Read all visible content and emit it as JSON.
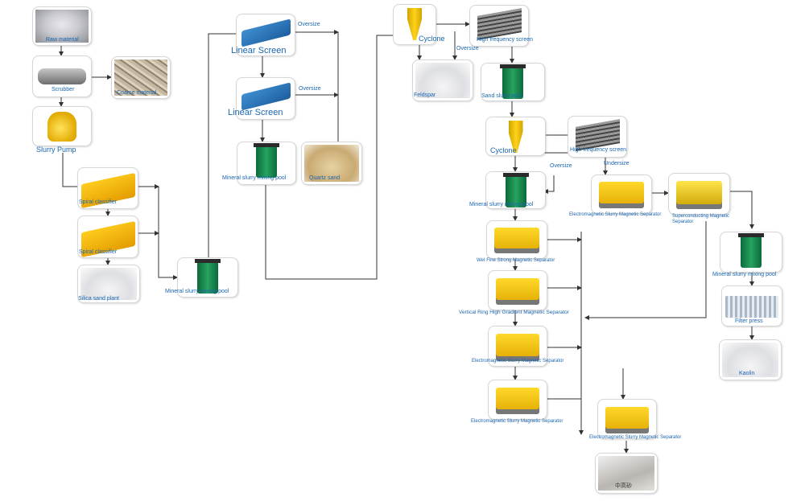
{
  "labels": {
    "raw_material": "Raw material",
    "scrubber": "Scrubber",
    "coarse_material": "Coarse material",
    "slurry_pump": "Slurry Pump",
    "spiral_classifier_1": "Spiral classifier",
    "spiral_classifier_2": "Spiral classifier",
    "silica_sand_plant": "Silica sand plant",
    "mineral_slurry_mixing_pool_1": "Mineral slurry mixing pool",
    "linear_screen_1": "Linear Screen",
    "linear_screen_2": "Linear Screen",
    "oversize_1": "Oversize",
    "oversize_2": "Oversize",
    "mineral_slurry_mixing_pool_2": "Mineral slurry mixing pool",
    "quartz_sand": "Quartz sand",
    "cyclone_1": "Cyclone",
    "feldspar": "Feldspar",
    "high_frequency_screen_1": "High frequency screen",
    "oversize_3": "Oversize",
    "sand_slurry_pool": "Sand slurry pool",
    "cyclone_2": "Cyclone",
    "high_frequency_screen_2": "High frequency screen",
    "oversize_4": "Oversize",
    "undersize": "Undersize",
    "mineral_slurry_mixing_pool_3": "Mineral slurry mixing pool",
    "electromagnetic_separator_1": "Electromagnetic Slurry Magnetic Separator",
    "superconducting_separator": "Superconducting Magnetic Separator",
    "wet_fine_separator": "Wet Fine Strong Magnetic Separator",
    "vertical_ring_separator": "Vertical Ring High Gradient Magnetic Separator",
    "electromagnetic_separator_2": "Electromagnetic Slurry Magnetic Separator",
    "electromagnetic_separator_3": "Electromagnetic Slurry Magnetic Separator",
    "electromagnetic_separator_4": "Electromagnetic Slurry Magnetic Separator",
    "mineral_slurry_mixing_pool_4": "Mineral slurry mixing pool",
    "filter_press": "Filter press",
    "kaolin": "Kaolin",
    "product_cn": "中高砂"
  },
  "colors": {
    "label": "#1a66b0",
    "line": "#333333",
    "border": "#d6d6d6"
  }
}
